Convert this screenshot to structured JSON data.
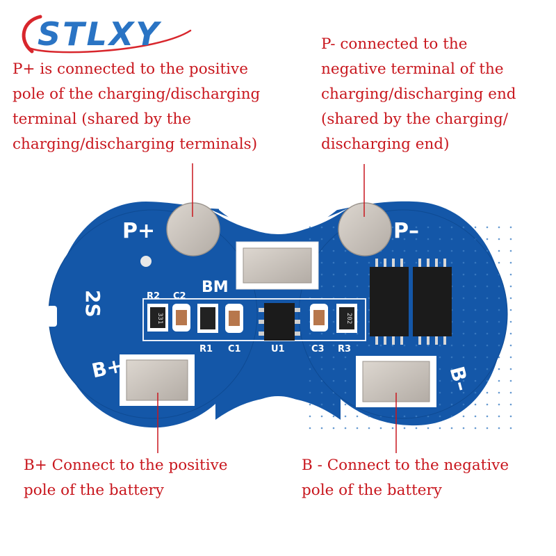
{
  "logo": {
    "text": "STLXY"
  },
  "board": {
    "labels": {
      "p_plus": "P+",
      "p_minus": "P–",
      "b_plus": "B+",
      "b_minus": "B–",
      "cells": "2S",
      "bm": "BM",
      "r2": "R2",
      "c2": "C2",
      "r1": "R1",
      "c1": "C1",
      "u1": "U1",
      "c3": "C3",
      "r3": "R3",
      "r331": "331",
      "r202": "202"
    },
    "colors": {
      "pcb": "#1457a8",
      "pcb_dark": "#0e4a92",
      "pad": "#c9c2bb",
      "silkscreen": "#ffffff",
      "ic": "#1b1b1b",
      "leader": "#c8161d"
    }
  },
  "annotations": {
    "p_plus_text": [
      "P+ is connected to the positive",
      "pole of the charging/discharging",
      "terminal (shared by the",
      "charging/discharging terminals)"
    ],
    "p_minus_text": [
      "P- connected to the",
      "negative terminal of the",
      "charging/discharging end",
      "(shared by the charging/",
      "discharging end)"
    ],
    "b_plus_text": [
      "B+ Connect to the positive",
      "pole of the battery"
    ],
    "b_minus_text": [
      "B - Connect to the negative",
      "pole of the battery"
    ]
  }
}
